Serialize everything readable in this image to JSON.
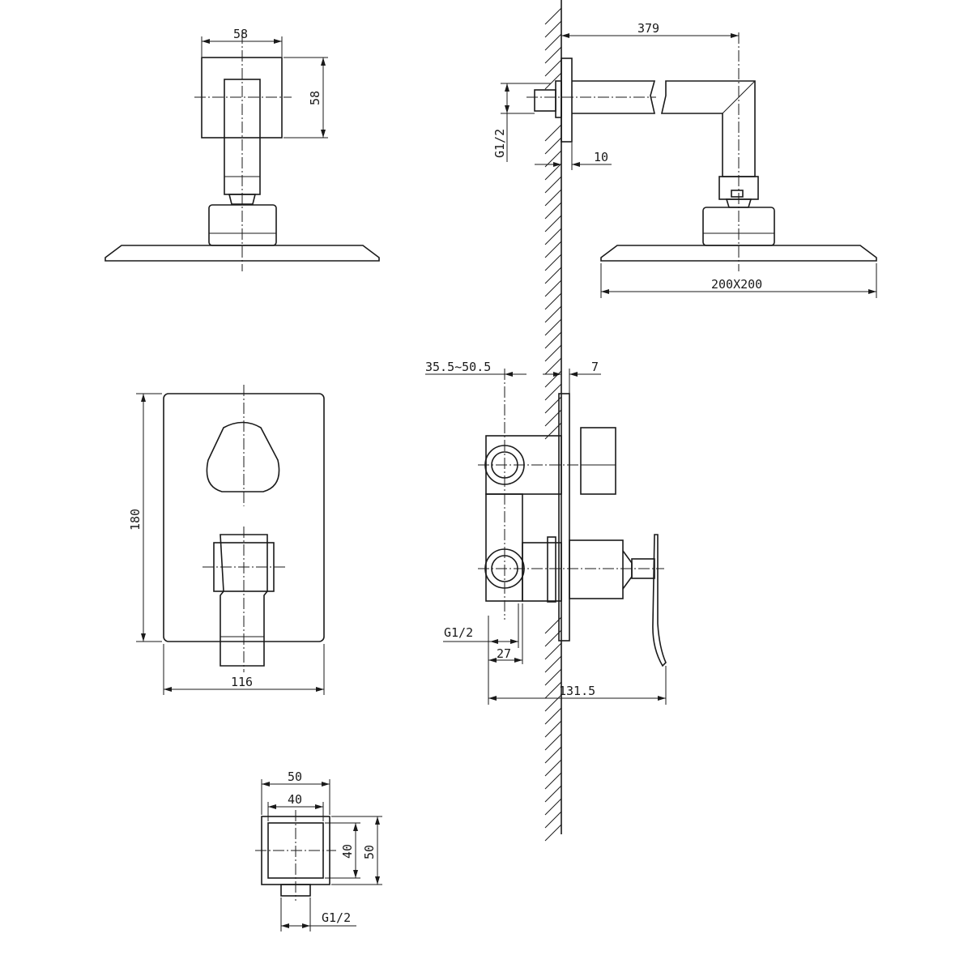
{
  "title": "Concealed shower mixer set technical drawing",
  "dimensions": {
    "head_bracket_width": "58",
    "head_bracket_height": "58",
    "arm_projection": "379",
    "arm_thread": "G1/2",
    "arm_flange": "10",
    "head_size": "200X200",
    "mixer_depth_range": "35.5~50.5",
    "plate_thickness": "7",
    "plate_height": "180",
    "plate_width": "116",
    "mixer_thread": "G1/2",
    "mixer_inlet": "27",
    "mixer_total_depth": "131.5",
    "outlet_outer_width": "50",
    "outlet_inner_width": "40",
    "outlet_inner_height": "40",
    "outlet_outer_height": "50",
    "outlet_thread": "G1/2"
  }
}
